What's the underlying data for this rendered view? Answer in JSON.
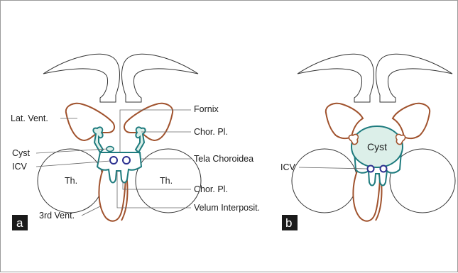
{
  "panel_a": {
    "letter": "a",
    "labels": {
      "lat_vent": "Lat. Vent.",
      "fornix": "Fornix",
      "chor_pl_upper": "Chor. Pl.",
      "cyst": "Cyst",
      "tela_choroidea": "Tela Choroidea",
      "icv": "ICV",
      "th_left": "Th.",
      "th_right": "Th.",
      "chor_pl_lower": "Chor. Pl.",
      "third_vent": "3rd Vent.",
      "velum_interposit": "Velum Interposit."
    }
  },
  "panel_b": {
    "letter": "b",
    "labels": {
      "cyst": "Cyst",
      "icv": "ICV"
    }
  },
  "colors": {
    "ventricle_outline": "#a0522d",
    "membrane": "#1e7b7e",
    "vessel": "#2b2f8f",
    "cyst_fill": "#dcefe9",
    "outline": "#333333",
    "leader": "#666666",
    "label_box": "#1a1a1a"
  }
}
